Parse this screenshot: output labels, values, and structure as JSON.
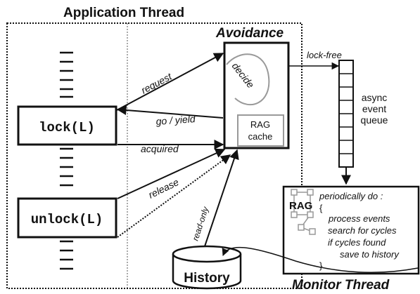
{
  "titles": {
    "application_thread": "Application Thread",
    "avoidance": "Avoidance",
    "monitor_thread": "Monitor Thread"
  },
  "boxes": {
    "lock": "lock(L)",
    "unlock": "unlock(L)",
    "rag_cache_line1": "RAG",
    "rag_cache_line2": "cache",
    "history": "History",
    "decide": "decide"
  },
  "arrows": {
    "request": "request",
    "go_yield": "go / yield",
    "acquired": "acquired",
    "release": "release",
    "read_only": "read-only",
    "lock_free": "lock-free"
  },
  "queue": {
    "label_lines": [
      "async",
      "event",
      "queue"
    ]
  },
  "monitor": {
    "rag_label": "RAG",
    "open_brace": "{",
    "periodic": "periodically do :",
    "steps": [
      "process events",
      "search for cycles",
      "if cycles found",
      "save to history"
    ],
    "close_brace": "}"
  }
}
